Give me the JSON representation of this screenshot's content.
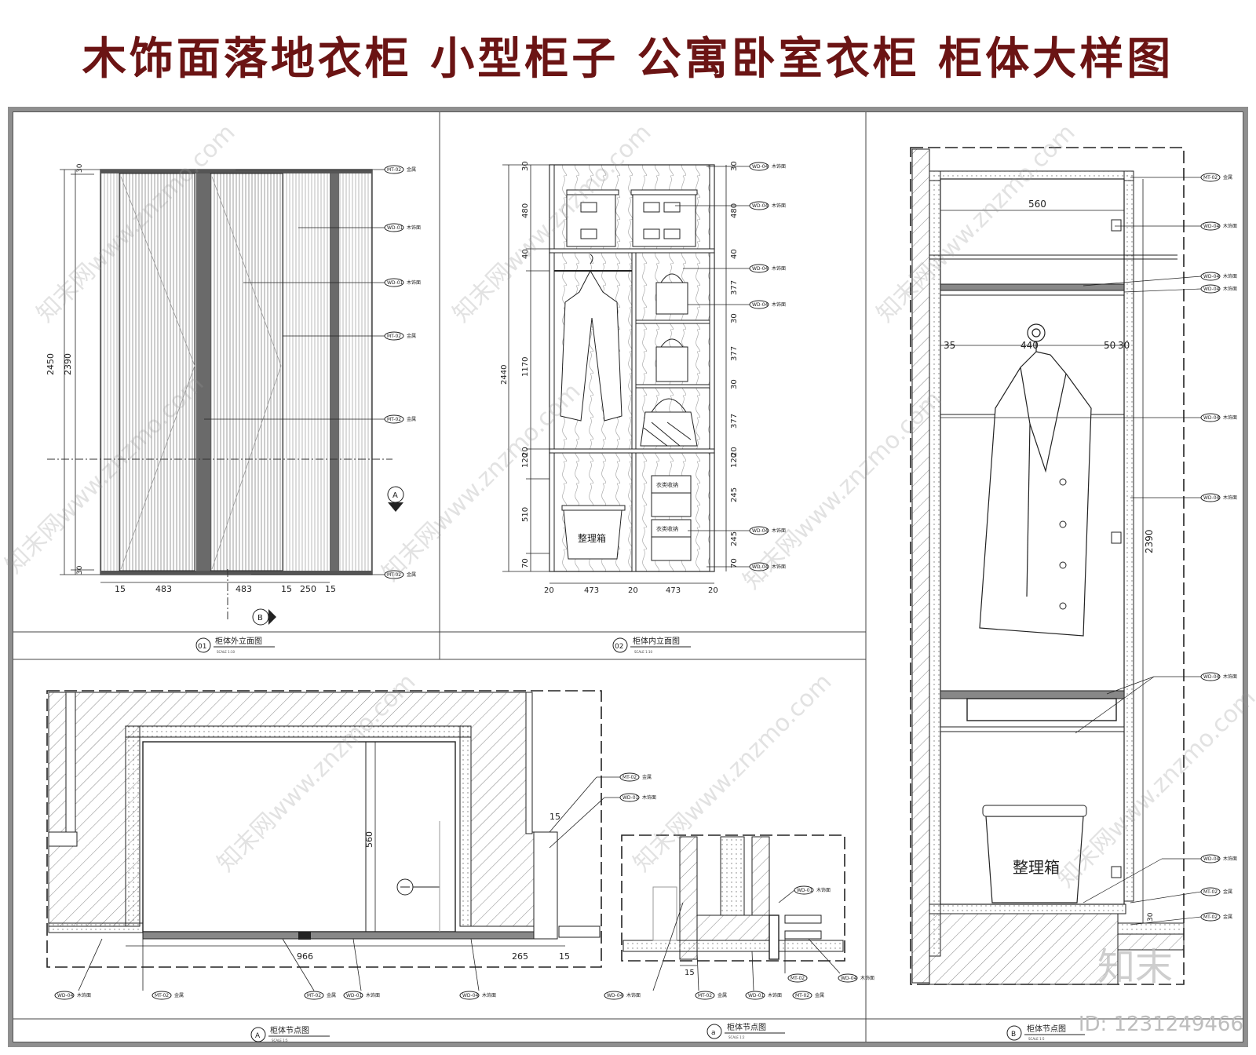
{
  "title": "木饰面落地衣柜  小型柜子  公寓卧室衣柜  柜体大样图",
  "watermark": {
    "text": "知末网www.znzmo.com",
    "logo": "知末",
    "id": "ID: 1231249466"
  },
  "colors": {
    "title": "#6b1414",
    "frame": "#8f8f8f",
    "line": "#222222"
  },
  "labels": {
    "mt02": "MT-02",
    "mt02_txt": "金属",
    "wd01": "WD-01",
    "wd01_txt": "木饰面",
    "wd04": "WD-04",
    "wd04_txt": "木饰面",
    "box_text": "整理箱",
    "drawer_text": "衣类收纳"
  },
  "panels": {
    "p1": {
      "num": "01",
      "name": "柜体外立面图",
      "scale": "SCALE   1:10"
    },
    "p2": {
      "num": "02",
      "name": "柜体内立面图",
      "scale": "SCALE   1:10"
    },
    "pA": {
      "num": "A",
      "name": "柜体节点图",
      "scale": "SCALE   1:5"
    },
    "pa": {
      "num": "a",
      "name": "柜体节点图",
      "scale": "SCALE   1:2"
    },
    "pB": {
      "num": "B",
      "name": "柜体节点图",
      "scale": "SCALE   1:5"
    }
  },
  "dims": {
    "p1": {
      "h1": "2450",
      "h2": "2390",
      "top": "30",
      "bot": "30",
      "w1": "15",
      "w2": "483",
      "w3": "483",
      "w4": "15",
      "w5": "250",
      "w6": "15",
      "secA": "A",
      "secB": "B"
    },
    "p2": {
      "d1": "30",
      "d2": "480",
      "d3": "40",
      "d4": "1170",
      "d5": "2440",
      "d6": "120",
      "d7": "20",
      "d8": "510",
      "d9": "70",
      "r1": "377",
      "r2": "30",
      "r3": "377",
      "r4": "30",
      "r5": "377",
      "r6": "120",
      "r7": "20",
      "r8": "245",
      "r9": "245",
      "w1": "20",
      "w2": "473",
      "w3": "20",
      "w4": "473",
      "w5": "20"
    },
    "pA": {
      "w1": "966",
      "w2": "265",
      "w3": "15",
      "d1": "560",
      "d2": "15"
    },
    "pa": {
      "d1": "15"
    },
    "pB": {
      "w1": "560",
      "w2": "35",
      "w3": "440",
      "w4": "50",
      "w5": "30",
      "h1": "2390",
      "h2": "30"
    }
  }
}
